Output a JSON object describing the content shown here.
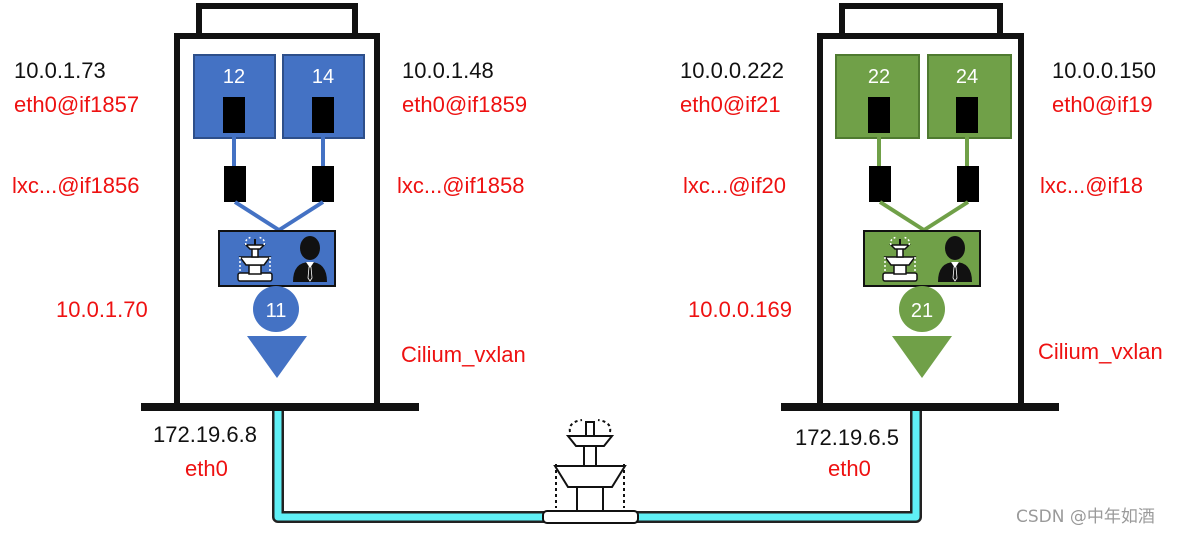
{
  "colors": {
    "left_fill": "#4472c4",
    "right_fill": "#70a048",
    "cable": "#5ff0f6",
    "label_red": "#ee1111",
    "label_black": "#111111"
  },
  "icons": [
    "fountain-icon",
    "person-icon"
  ],
  "left_node": {
    "pods": [
      {
        "id": "12",
        "ip": "10.0.1.73",
        "iface": "eth0@if1857",
        "veth": "lxc...@if1856"
      },
      {
        "id": "14",
        "ip": "10.0.1.48",
        "iface": "eth0@if1859",
        "veth": "lxc...@if1858"
      }
    ],
    "vxlan_ip": "10.0.1.70",
    "vxlan_id": "11",
    "vxlan_name": "Cilium_vxlan",
    "host_ip": "172.19.6.8",
    "host_iface": "eth0"
  },
  "right_node": {
    "pods": [
      {
        "id": "22",
        "ip": "10.0.0.222",
        "iface": "eth0@if21",
        "veth": "lxc...@if20"
      },
      {
        "id": "24",
        "ip": "10.0.0.150",
        "iface": "eth0@if19",
        "veth": "lxc...@if18"
      }
    ],
    "vxlan_ip": "10.0.0.169",
    "vxlan_id": "21",
    "vxlan_name": "Cilium_vxlan",
    "host_ip": "172.19.6.5",
    "host_iface": "eth0"
  },
  "watermark": "CSDN @中年如酒"
}
